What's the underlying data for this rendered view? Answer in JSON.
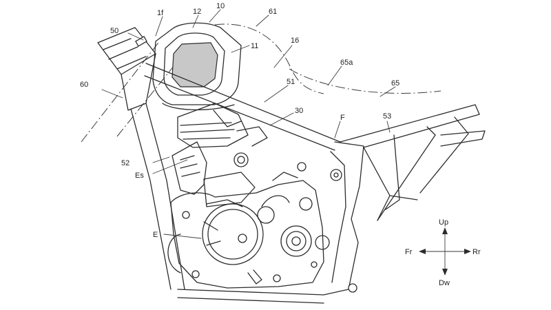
{
  "labels": {
    "l_1f": "1f",
    "l_12": "12",
    "l_10": "10",
    "l_61": "61",
    "l_50": "50",
    "l_11": "11",
    "l_16": "16",
    "l_65a": "65a",
    "l_65": "65",
    "l_60": "60",
    "l_51": "51",
    "l_30": "30",
    "l_53": "53",
    "l_F": "F",
    "l_52": "52",
    "l_Es": "Es",
    "l_E": "E"
  },
  "direction_indicator": {
    "up": "Up",
    "down": "Dw",
    "front": "Fr",
    "rear": "Rr"
  },
  "colors": {
    "line": "#2b2b2b",
    "background": "#ffffff",
    "shading": "#c8c8c8"
  }
}
